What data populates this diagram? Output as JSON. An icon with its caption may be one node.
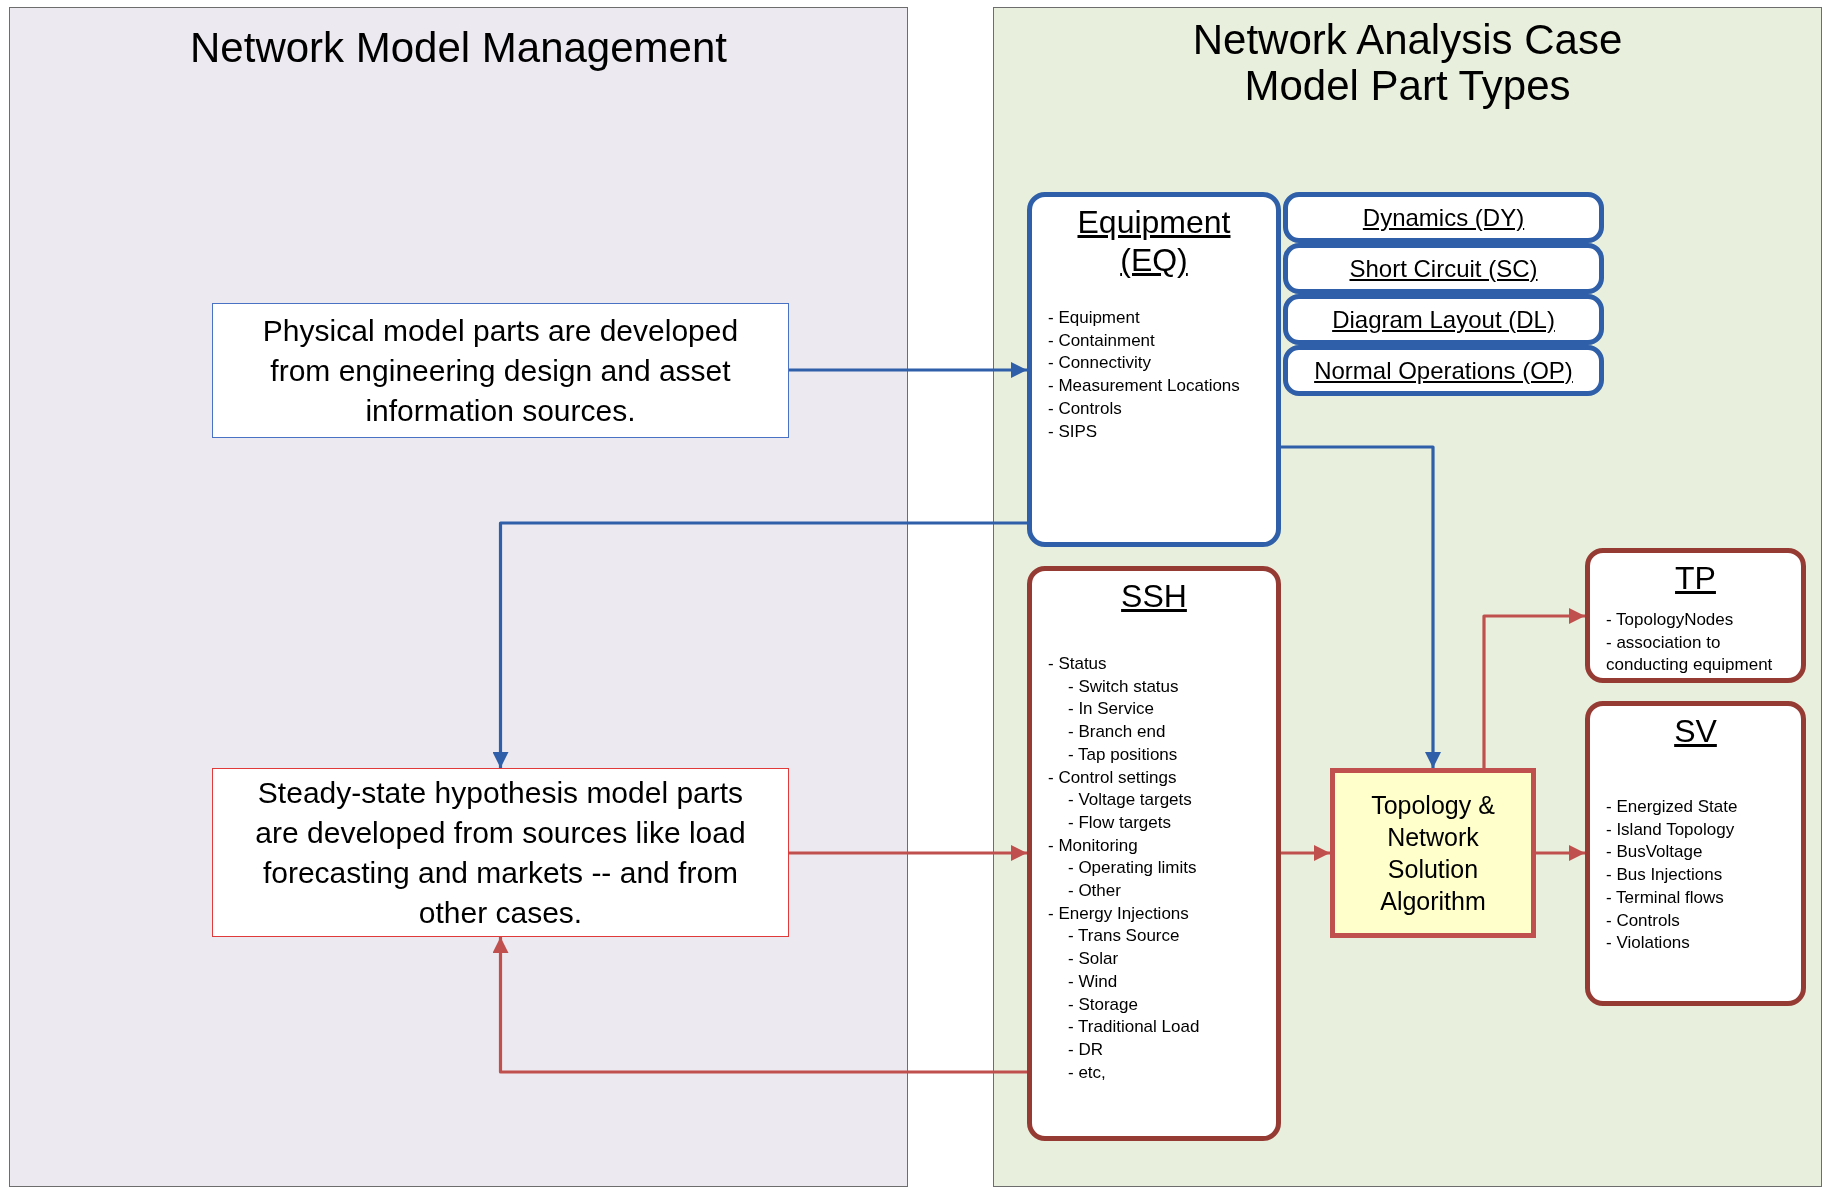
{
  "diagram": {
    "nodes": [
      {
        "text": [
          "Network Model Management"
        ]
      },
      {
        "text": [
          "Network Analysis Case Model Part Types"
        ]
      },
      {
        "text": [
          "Physical model parts are developed from engineering design and asset information sources."
        ],
        "in": 0
      },
      {
        "text": [
          "Steady-state hypothesis model parts are developed from sources like load forecasting and markets -- and from other cases."
        ],
        "in": 0
      },
      {
        "text": [
          "Equipment (EQ)",
          "- Equipment",
          "- Containment",
          "- Connectivity",
          "- Measurement Locations",
          "- Controls",
          "- SIPS"
        ],
        "in": 1
      },
      {
        "text": [
          "Dynamics (DY)"
        ],
        "in": 1
      },
      {
        "text": [
          "Short Circuit (SC)"
        ],
        "in": 1
      },
      {
        "text": [
          "Diagram Layout (DL)"
        ],
        "in": 1
      },
      {
        "text": [
          "Normal Operations (OP)"
        ],
        "in": 1
      },
      {
        "text": [
          "SSH",
          "- Status",
          "- Switch status",
          "- In Service",
          "- Branch end",
          "- Tap positions",
          "- Control settings",
          "- Voltage targets",
          "- Flow targets",
          "- Monitoring",
          "- Operating limits",
          "- Other",
          "- Energy Injections",
          "- Trans Source",
          "- Solar",
          "- Wind",
          "- Storage",
          "- Traditional Load",
          "- DR",
          "- etc,"
        ],
        "in": 1
      },
      {
        "text": [
          "Topology & Network Solution Algorithm"
        ],
        "in": 1
      },
      {
        "text": [
          "TP",
          "- TopologyNodes",
          "- association to conducting equipment"
        ],
        "in": 1
      },
      {
        "text": [
          "SV",
          "- Energized State",
          "- Island Topology",
          "- BusVoltage",
          "- Bus Injections",
          "- Terminal flows",
          "- Controls",
          "- Violations"
        ],
        "in": 1
      }
    ],
    "edges": [
      {
        "from": 2,
        "to": 4,
        "arrow": "to",
        "color": "#2e5fa8"
      },
      {
        "from": 4,
        "to": 3,
        "arrow": "to",
        "color": "#2e5fa8"
      },
      {
        "from": 4,
        "to": 10,
        "arrow": "to",
        "color": "#2e5fa8"
      },
      {
        "from": 3,
        "to": 9,
        "arrow": "to"
      },
      {
        "from": 9,
        "to": 3,
        "arrow": "to"
      },
      {
        "from": 9,
        "to": 10,
        "arrow": "to"
      },
      {
        "from": 10,
        "to": 11,
        "arrow": "to"
      },
      {
        "from": 10,
        "to": 12,
        "arrow": "to"
      }
    ]
  }
}
